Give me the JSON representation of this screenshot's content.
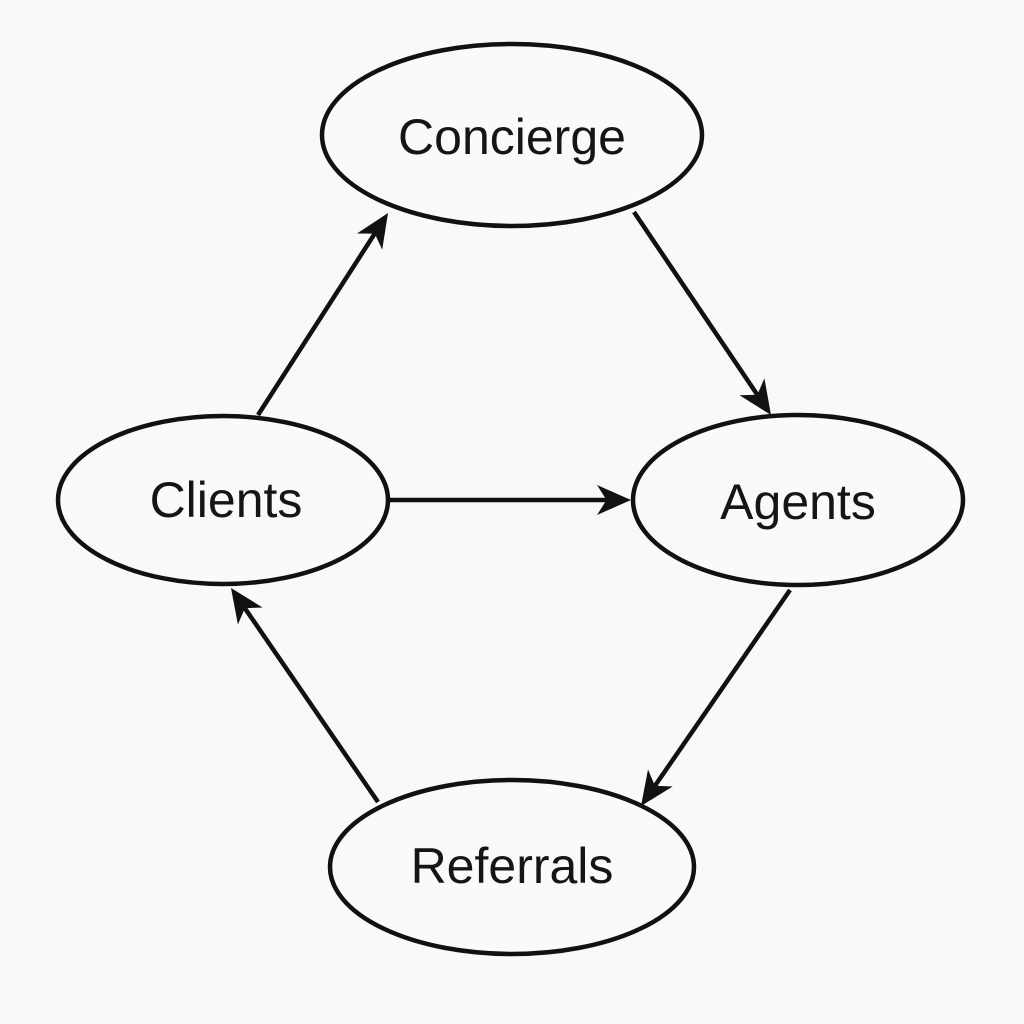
{
  "diagram": {
    "type": "cycle-flow",
    "nodes": [
      {
        "id": "concierge",
        "label": "Concierge"
      },
      {
        "id": "clients",
        "label": "Clients"
      },
      {
        "id": "agents",
        "label": "Agents"
      },
      {
        "id": "referrals",
        "label": "Referrals"
      }
    ],
    "edges": [
      {
        "from": "clients",
        "to": "concierge"
      },
      {
        "from": "concierge",
        "to": "agents"
      },
      {
        "from": "clients",
        "to": "agents"
      },
      {
        "from": "agents",
        "to": "referrals"
      },
      {
        "from": "referrals",
        "to": "clients"
      }
    ],
    "colors": {
      "background": "#f9f9f9",
      "stroke": "#111111",
      "text": "#151515"
    }
  }
}
